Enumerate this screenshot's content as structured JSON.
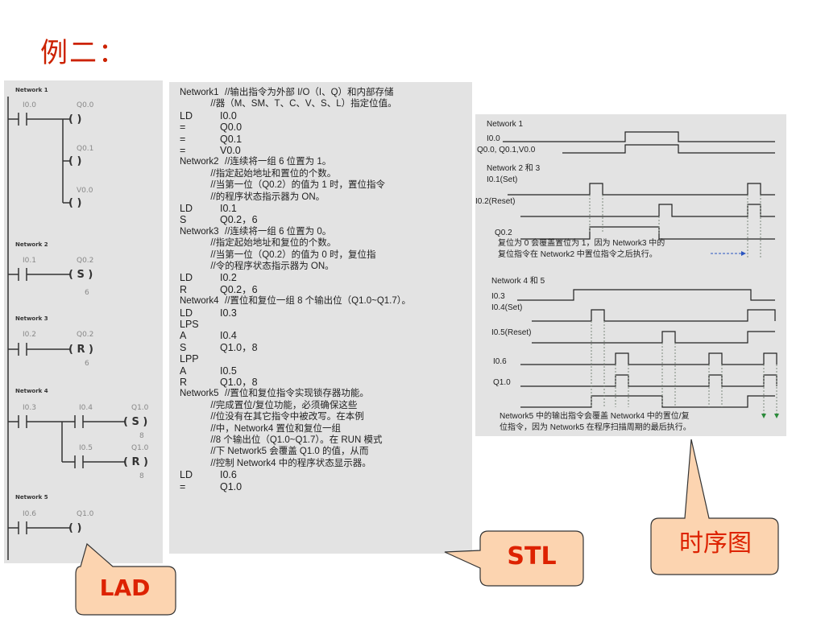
{
  "slide": {
    "title": "例二："
  },
  "lad": {
    "networks": [
      {
        "header": "Network 1",
        "contacts": [
          "I0.0"
        ],
        "coils": [
          {
            "address": "Q0.0",
            "symbol": "(   )",
            "param": ""
          },
          {
            "address": "Q0.1",
            "symbol": "(   )",
            "param": ""
          },
          {
            "address": "V0.0",
            "symbol": "(   )",
            "param": ""
          }
        ]
      },
      {
        "header": "Network 2",
        "contacts": [
          "I0.1"
        ],
        "coils": [
          {
            "address": "Q0.2",
            "symbol": "( S )",
            "param": "6"
          }
        ]
      },
      {
        "header": "Network 3",
        "contacts": [
          "I0.2"
        ],
        "coils": [
          {
            "address": "Q0.2",
            "symbol": "( R )",
            "param": "6"
          }
        ]
      },
      {
        "header": "Network 4",
        "contacts": [
          "I0.3",
          "I0.4",
          "I0.5"
        ],
        "coils": [
          {
            "address": "Q1.0",
            "symbol": "( S )",
            "param": "8"
          },
          {
            "address": "Q1.0",
            "symbol": "( R )",
            "param": "8"
          }
        ]
      },
      {
        "header": "Network 5",
        "contacts": [
          "I0.6"
        ],
        "coils": [
          {
            "address": "Q1.0",
            "symbol": "(   )",
            "param": ""
          }
        ]
      }
    ]
  },
  "stl": {
    "lines": [
      {
        "a": "Network1",
        "b": "//输出指令为外部 I/O（I、Q）和内部存储",
        "comment": true
      },
      {
        "a": "",
        "b": "            //器（M、SM、T、C、V、S、L）指定位值。",
        "comment": true
      },
      {
        "a": "LD",
        "b": "I0.0",
        "comment": false
      },
      {
        "a": "=",
        "b": "Q0.0",
        "comment": false
      },
      {
        "a": "=",
        "b": "Q0.1",
        "comment": false
      },
      {
        "a": "=",
        "b": "V0.0",
        "comment": false
      },
      {
        "a": "Network2",
        "b": "//连续将一组 6 位置为 1。",
        "comment": true
      },
      {
        "a": "",
        "b": "            //指定起始地址和置位的个数。",
        "comment": true
      },
      {
        "a": "",
        "b": "            //当第一位（Q0.2）的值为 1 时，置位指令",
        "comment": true
      },
      {
        "a": "",
        "b": "            //的程序状态指示器为 ON。",
        "comment": true
      },
      {
        "a": "LD",
        "b": "I0.1",
        "comment": false
      },
      {
        "a": "S",
        "b": "Q0.2，6",
        "comment": false
      },
      {
        "a": "Network3",
        "b": "//连续将一组 6 位置为 0。",
        "comment": true
      },
      {
        "a": "",
        "b": "            //指定起始地址和复位的个数。",
        "comment": true
      },
      {
        "a": "",
        "b": "            //当第一位（Q0.2）的值为 0 时，复位指",
        "comment": true
      },
      {
        "a": "",
        "b": "            //令的程序状态指示器为 ON。",
        "comment": true
      },
      {
        "a": "LD",
        "b": "I0.2",
        "comment": false
      },
      {
        "a": "R",
        "b": "Q0.2，6",
        "comment": false
      },
      {
        "a": "Network4",
        "b": "//置位和复位一组 8 个输出位（Q1.0~Q1.7）。",
        "comment": true
      },
      {
        "a": "LD",
        "b": "I0.3",
        "comment": false
      },
      {
        "a": "LPS",
        "b": "",
        "comment": false
      },
      {
        "a": "A",
        "b": "I0.4",
        "comment": false
      },
      {
        "a": "S",
        "b": "Q1.0，8",
        "comment": false
      },
      {
        "a": "LPP",
        "b": "",
        "comment": false
      },
      {
        "a": "A",
        "b": "I0.5",
        "comment": false
      },
      {
        "a": "R",
        "b": "Q1.0，8",
        "comment": false
      },
      {
        "a": "Network5",
        "b": "//置位和复位指令实现锁存器功能。",
        "comment": true
      },
      {
        "a": "",
        "b": "            //完成置位/复位功能，必须确保这些",
        "comment": true
      },
      {
        "a": "",
        "b": "            //位没有在其它指令中被改写。在本例",
        "comment": true
      },
      {
        "a": "",
        "b": "            //中，Network4 置位和复位一组",
        "comment": true
      },
      {
        "a": "",
        "b": "            //8 个输出位（Q1.0~Q1.7）。在 RUN 模式",
        "comment": true
      },
      {
        "a": "",
        "b": "            //下 Network5 会覆盖 Q1.0 的值，从而",
        "comment": true
      },
      {
        "a": "",
        "b": "            //控制 Network4 中的程序状态显示器。",
        "comment": true
      },
      {
        "a": "LD",
        "b": "I0.6",
        "comment": false
      },
      {
        "a": "=",
        "b": "Q1.0",
        "comment": false
      }
    ]
  },
  "timing": {
    "section1": {
      "title": "Network 1",
      "signals": [
        "I0.0",
        "Q0.0, Q0.1,V0.0"
      ]
    },
    "section2": {
      "title": "Network 2 和 3",
      "signals": [
        "I0.1(Set)",
        "I0.2(Reset)",
        "Q0.2"
      ],
      "note1": "复位为 0 会覆盖置位为 1，因为 Network3 中的",
      "note2": "复位指令在 Network2 中置位指令之后执行。"
    },
    "section3": {
      "title": "Network 4 和 5",
      "signals": [
        "I0.3",
        "I0.4(Set)",
        "I0.5(Reset)",
        "I0.6",
        "Q1.0"
      ],
      "note1": "Network5 中的输出指令会覆盖 Network4 中的置位/复",
      "note2": "位指令，因为 Network5 在程序扫描周期的最后执行。"
    }
  },
  "callouts": {
    "lad": "LAD",
    "stl": "STL",
    "timing": "时序图"
  },
  "colors": {
    "accent": "#dd2200",
    "callout_fill": "#fcd4b0",
    "panel": "#e3e3e3",
    "arrow": "#2a55c0",
    "marker": "#2a8a3a"
  }
}
